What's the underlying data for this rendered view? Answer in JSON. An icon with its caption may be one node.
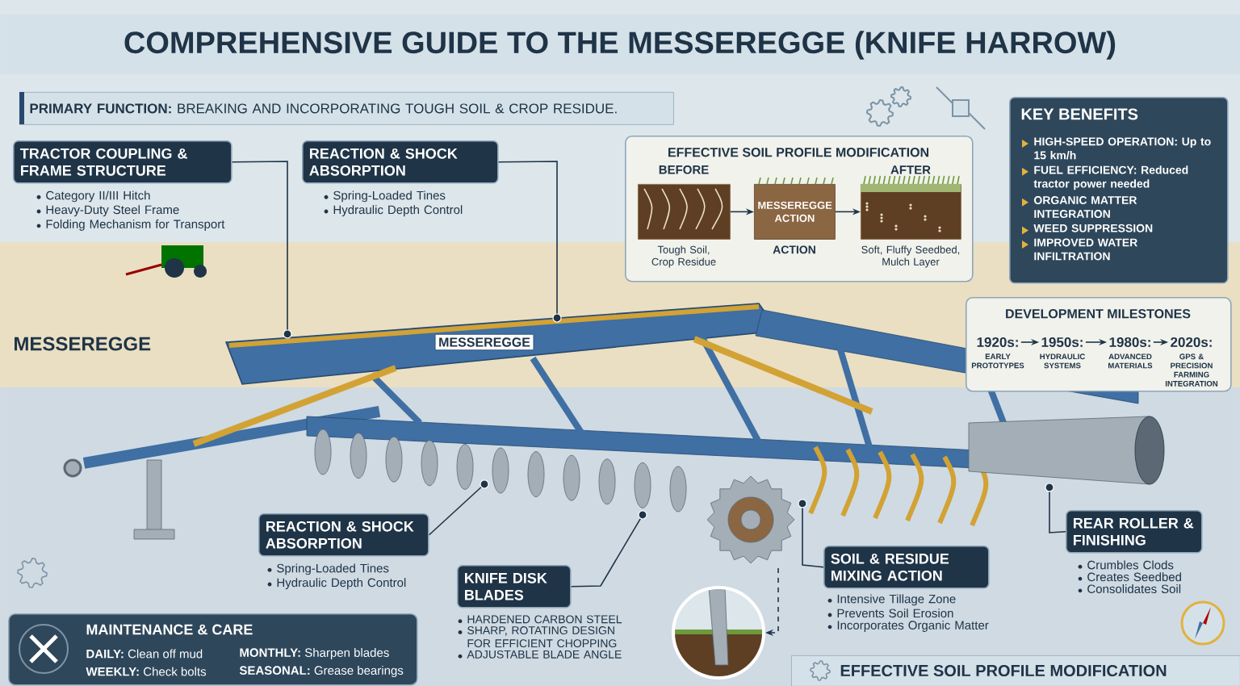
{
  "diagram": {
    "title": "COMPREHENSIVE GUIDE TO THE MESSEREGGE (KNIFE HARROW)",
    "nodes": [
      {
        "text": [
          "**PRIMARY FUNCTION:** BREAKING AND INCORPORATING TOUGH SOIL & CROP RESIDUE."
        ]
      },
      {
        "text": [
          "TRACTOR COUPLING & FRAME STRUCTURE"
        ],
        "beside": [
          "Category II/III Hitch",
          "Heavy-Duty Steel Frame",
          "Folding Mechanism for Transport"
        ]
      },
      {
        "text": [
          "REACTION & SHOCK ABSORPTION"
        ],
        "beside": [
          "Spring-Loaded Tines",
          "Hydraulic Depth Control"
        ]
      },
      {
        "text": [
          "EFFECTIVE SOIL PROFILE MODIFICATION"
        ]
      },
      {
        "text": [],
        "shape": "picture",
        "in": 3,
        "beside": [
          "BEFORE",
          "Tough Soil, Crop Residue"
        ]
      },
      {
        "text": [
          "MESSEREGGE ACTION"
        ],
        "in": 3,
        "beside": [
          "ACTION"
        ]
      },
      {
        "text": [],
        "shape": "picture",
        "in": 3,
        "beside": [
          "AFTER",
          "Soft, Fluffy Seedbed, Mulch Layer"
        ]
      },
      {
        "text": [
          "KEY BENEFITS",
          "HIGH-SPEED OPERATION: Up to 15 km/h",
          "FUEL EFFICIENCY: Reduced tractor power needed",
          "ORGANIC MATTER INTEGRATION",
          "WEED SUPPRESSION",
          "IMPROVED WATER INFILTRATION"
        ]
      },
      {
        "text": [
          "DEVELOPMENT MILESTONES"
        ]
      },
      {
        "text": [
          "1920s:"
        ],
        "in": 8,
        "beside": [
          "EARLY PROTOTYPES"
        ]
      },
      {
        "text": [
          "1950s:"
        ],
        "in": 8,
        "beside": [
          "HYDRAULIC SYSTEMS"
        ]
      },
      {
        "text": [
          "1980s:"
        ],
        "in": 8,
        "beside": [
          "ADVANCED MATERIALS"
        ]
      },
      {
        "text": [
          "2020s:"
        ],
        "in": 8,
        "beside": [
          "GPS & PRECISION FARMING INTEGRATION"
        ]
      },
      {
        "text": [
          "REACTION & SHOCK ABSORPTION"
        ],
        "beside": [
          "Spring-Loaded Tines",
          "Hydraulic Depth Control"
        ]
      },
      {
        "text": [
          "KNIFE DISK BLADES"
        ],
        "beside": [
          "HARDENED CARBON STEEL",
          "SHARP, ROTATING DESIGN FOR EFFICIENT CHOPPING",
          "ADJUSTABLE BLADE ANGLE"
        ]
      },
      {
        "text": [
          "SOIL & RESIDUE MIXING ACTION"
        ],
        "beside": [
          "Intensive Tillage Zone",
          "Prevents Soil Erosion",
          "Incorporates Organic Matter"
        ]
      },
      {
        "text": [
          "REAR ROLLER & FINISHING"
        ],
        "beside": [
          "Crumbles Clods",
          "Creates Seedbed",
          "Consolidates Soil"
        ]
      },
      {
        "text": [],
        "shape": "picture"
      },
      {
        "text": [
          "MAINTENANCE & CARE",
          "**DAILY:** Clean off mud",
          "**MONTHLY:** Sharpen blades",
          "**WEEKLY:** Check bolts",
          "**SEASONAL:** Grease bearings"
        ]
      },
      {
        "text": [
          "EFFECTIVE SOIL PROFILE MODIFICATION"
        ]
      },
      {
        "text": [],
        "shape": "circle"
      },
      {
        "text": [],
        "shape": "circle"
      },
      {
        "text": [],
        "shape": "circle"
      },
      {
        "text": [],
        "shape": "circle"
      },
      {
        "text": [],
        "shape": "circle"
      },
      {
        "text": [],
        "shape": "circle"
      }
    ],
    "edges": [
      {
        "from": 4,
        "to": 5,
        "arrow": "to"
      },
      {
        "from": 5,
        "to": 6,
        "arrow": "to"
      },
      {
        "from": 9,
        "to": 10,
        "arrow": "to"
      },
      {
        "from": 10,
        "to": 11,
        "arrow": "to"
      },
      {
        "from": 11,
        "to": 12,
        "arrow": "to"
      },
      {
        "from": 1,
        "to": 20,
        "arrow": "none"
      },
      {
        "from": 2,
        "to": 21,
        "arrow": "none"
      },
      {
        "from": 13,
        "to": 22,
        "arrow": "none"
      },
      {
        "from": 14,
        "to": 23,
        "arrow": "none"
      },
      {
        "from": 15,
        "to": 24,
        "arrow": "none"
      },
      {
        "from": 16,
        "to": 25,
        "arrow": "none"
      },
      {
        "from": null,
        "to": 17,
        "arrow": "to",
        "style": "dashed"
      }
    ],
    "labels": [
      "MESSEREGGE",
      "MESSEREGGE"
    ]
  }
}
